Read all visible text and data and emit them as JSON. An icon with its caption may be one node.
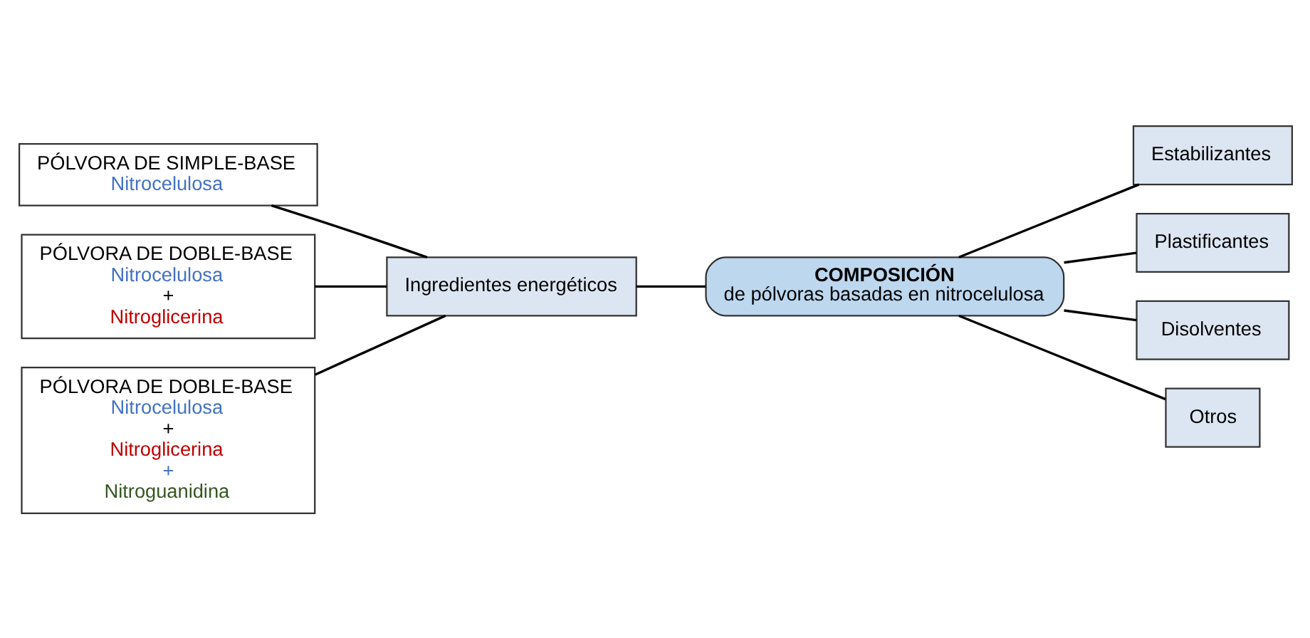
{
  "diagram": {
    "nodes": [
      {
        "text": [
          "PÓLVORA DE SIMPLE-BASE",
          "Nitrocelulosa"
        ]
      },
      {
        "text": [
          "PÓLVORA DE DOBLE-BASE",
          "Nitrocelulosa",
          "+",
          "Nitroglicerina"
        ]
      },
      {
        "text": [
          "PÓLVORA DE DOBLE-BASE",
          "Nitrocelulosa",
          "+",
          "Nitroglicerina",
          "+",
          "Nitroguanidina"
        ]
      },
      {
        "text": [
          "Ingredientes energéticos"
        ]
      },
      {
        "text": [
          "COMPOSICIÓN",
          "de pólvoras basadas en nitrocelulosa"
        ]
      },
      {
        "text": [
          "Estabilizantes"
        ]
      },
      {
        "text": [
          "Plastificantes"
        ]
      },
      {
        "text": [
          "Disolventes"
        ]
      },
      {
        "text": [
          "Otros"
        ]
      }
    ],
    "edges": [
      {
        "from": 0,
        "to": 3,
        "arrow": "none"
      },
      {
        "from": 1,
        "to": 3,
        "arrow": "none"
      },
      {
        "from": 2,
        "to": 3,
        "arrow": "none"
      },
      {
        "from": 3,
        "to": 4,
        "arrow": "none"
      },
      {
        "from": 4,
        "to": 5,
        "arrow": "none"
      },
      {
        "from": 4,
        "to": 6,
        "arrow": "none"
      },
      {
        "from": 4,
        "to": 7,
        "arrow": "none"
      },
      {
        "from": 4,
        "to": 8,
        "arrow": "none"
      }
    ]
  }
}
